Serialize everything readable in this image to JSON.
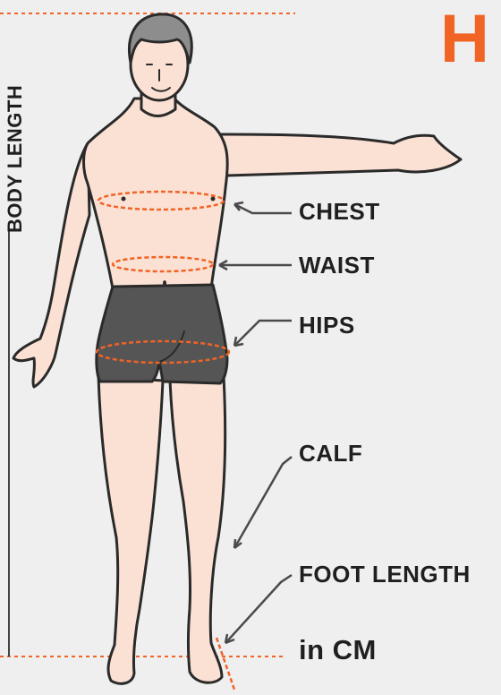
{
  "colors": {
    "accent": "#f06426",
    "skin": "#fbe1d4",
    "outline": "#2a2a2a",
    "shorts": "#555555",
    "hair": "#8d8d8d",
    "background": "#efefef"
  },
  "brand_fragment": "H",
  "body_length_label": "BODY LENGTH",
  "labels": {
    "chest": "CHEST",
    "waist": "WAIST",
    "hips": "HIPS",
    "calf": "CALF",
    "foot_length": "FOOT LENGTH",
    "unit": "in CM"
  }
}
